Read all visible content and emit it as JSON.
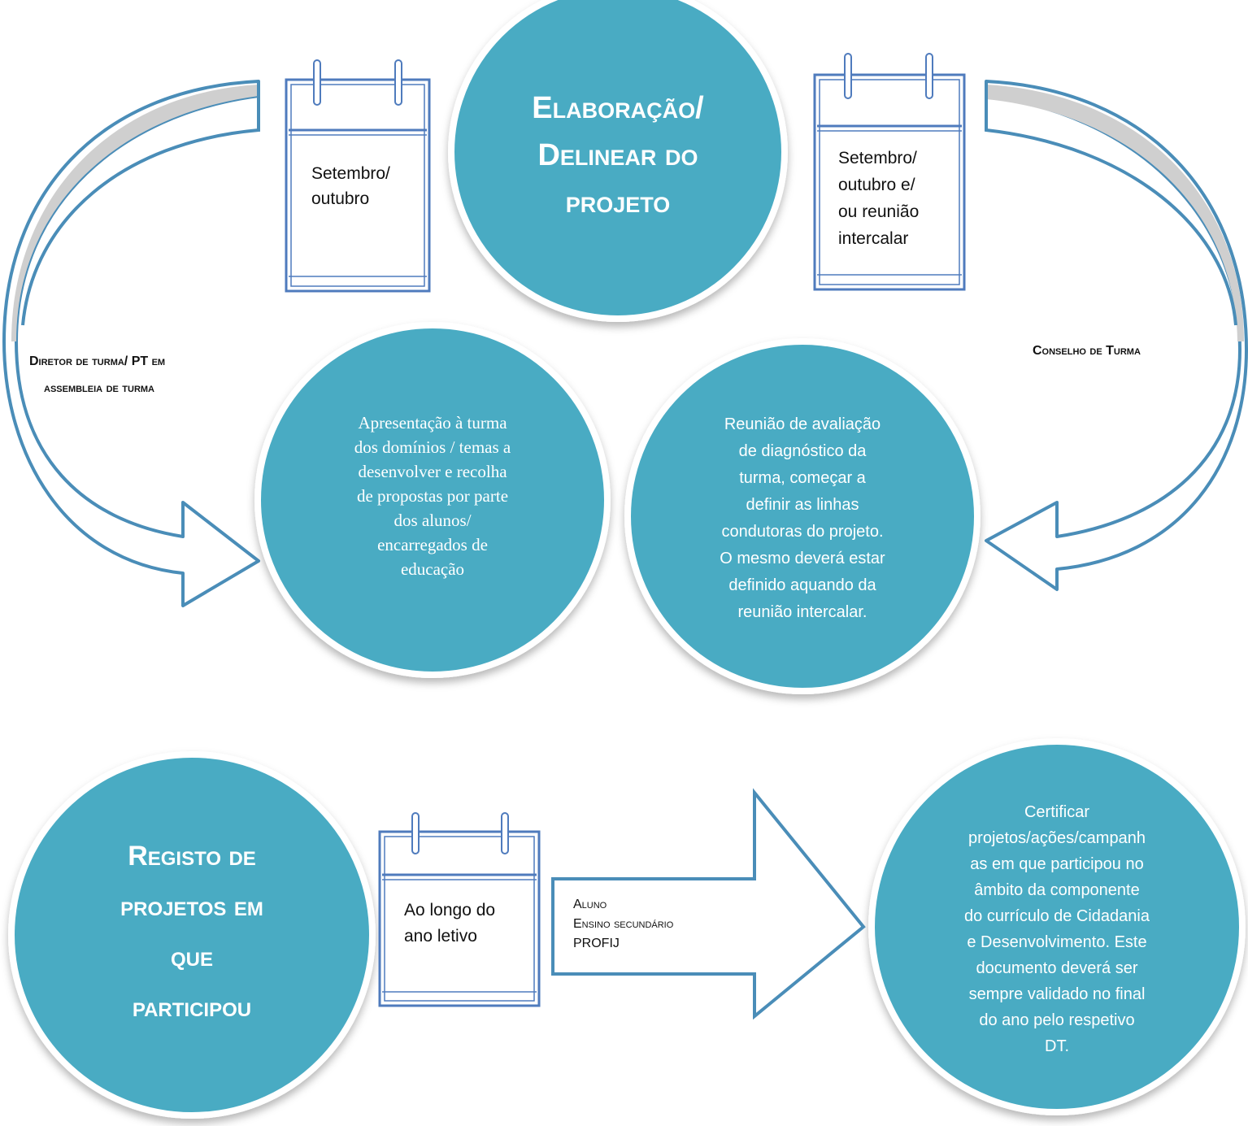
{
  "colors": {
    "circle_fill": "#4aabc3",
    "outline": "#4a8db8",
    "calendar_stroke": "#4f7bbd",
    "arrow_band_fill": "#cfcfcf"
  },
  "top_circle": {
    "title_lines": [
      "Elaboração/",
      "Delinear do",
      "projeto"
    ]
  },
  "calendar_left": {
    "icon": "calendar-icon",
    "lines": [
      "Setembro/",
      "outubro"
    ]
  },
  "calendar_right": {
    "icon": "calendar-icon",
    "lines": [
      "Setembro/",
      "outubro e/",
      "ou reunião",
      "intercalar"
    ]
  },
  "role_left": {
    "lines": [
      "Diretor de turma/ PT em",
      "assembleia de turma"
    ]
  },
  "role_right": {
    "lines": [
      "Conselho de Turma"
    ]
  },
  "left_circle": {
    "lines": [
      "Apresentação à turma",
      "dos domínios / temas a",
      "desenvolver e recolha",
      "de propostas por parte",
      "dos alunos/",
      "encarregados de",
      "educação"
    ]
  },
  "right_circle": {
    "lines": [
      "Reunião de avaliação",
      "de diagnóstico da",
      "turma, começar a",
      "definir as linhas",
      "condutoras do projeto.",
      "O mesmo deverá estar",
      "definido aquando da",
      "reunião intercalar."
    ]
  },
  "bottom_left_circle": {
    "title_lines": [
      "Registo de",
      "projetos em",
      "que",
      "participou"
    ]
  },
  "calendar_bottom": {
    "icon": "calendar-icon",
    "lines": [
      "Ao longo do",
      "ano letivo"
    ]
  },
  "arrow_bottom": {
    "lines": [
      "Aluno",
      "Ensino secundário",
      "PROFIJ"
    ]
  },
  "bottom_right_circle": {
    "lines": [
      "Certificar",
      "projetos/ações/campanh",
      "as em que participou no",
      "âmbito da componente",
      "do currículo de Cidadania",
      "e Desenvolvimento. Este",
      "documento deverá ser",
      "sempre validado no final",
      "do ano pelo respetivo",
      "DT."
    ]
  }
}
